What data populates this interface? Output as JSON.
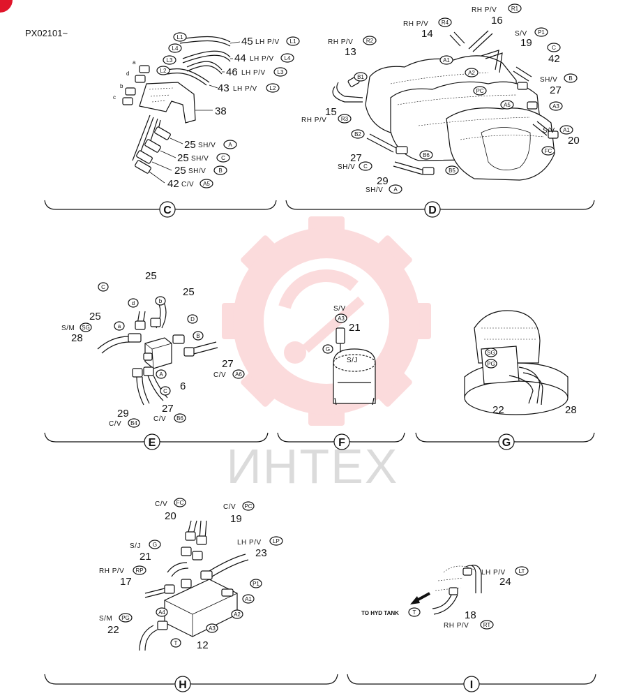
{
  "document_code": "PX02101~",
  "watermark_text": "ИНТЕХ",
  "colors": {
    "ink": "#111111",
    "watermark": "#e8242b",
    "corner_mark": "#e0152a"
  },
  "sections": {
    "C": {
      "letter": "C",
      "parts": [
        {
          "num": "45",
          "desc": "LH P/V",
          "code": "L1"
        },
        {
          "num": "44",
          "desc": "LH P/V",
          "code": "L4"
        },
        {
          "num": "46",
          "desc": "LH P/V",
          "code": "L3"
        },
        {
          "num": "43",
          "desc": "LH P/V",
          "code": "L2"
        },
        {
          "num": "38"
        },
        {
          "num": "25",
          "desc": "SH/V",
          "code": "A"
        },
        {
          "num": "25",
          "desc": "SH/V",
          "code": "C"
        },
        {
          "num": "25",
          "desc": "SH/V",
          "code": "B"
        },
        {
          "num": "42",
          "desc": "C/V",
          "code": "A5"
        }
      ],
      "callouts": [
        "L1",
        "L4",
        "L3",
        "L2"
      ],
      "letters": [
        "a",
        "d",
        "b",
        "c"
      ]
    },
    "D": {
      "letter": "D",
      "parts": [
        {
          "num": "16",
          "desc": "RH P/V",
          "code": "R1"
        },
        {
          "num": "14",
          "desc": "RH P/V",
          "code": "R4"
        },
        {
          "num": "13",
          "desc": "RH P/V",
          "code": "R2"
        },
        {
          "num": "19",
          "desc": "S/V",
          "code": "P1"
        },
        {
          "num": "42",
          "code": "C"
        },
        {
          "num": "27",
          "desc": "SH/V",
          "code": "B"
        },
        {
          "num": "15",
          "desc": "RH P/V",
          "code": "R3"
        },
        {
          "num": "27",
          "desc": "SH/V",
          "code": "C"
        },
        {
          "num": "20",
          "desc": "S/V",
          "code": "A1"
        },
        {
          "num": "29",
          "desc": "SH/V",
          "code": "A"
        }
      ],
      "callouts": [
        "A1",
        "A2",
        "PC",
        "A5",
        "B1",
        "B2",
        "B5",
        "B6",
        "A3",
        "FC"
      ]
    },
    "E": {
      "letter": "E",
      "parts": [
        {
          "num": "25"
        },
        {
          "num": "25"
        },
        {
          "num": "25"
        },
        {
          "num": "28",
          "desc": "S/M",
          "code": "SG"
        },
        {
          "num": "27",
          "desc": "C/V",
          "code": "A6"
        },
        {
          "num": "6"
        },
        {
          "num": "29",
          "desc": "C/V",
          "code": "B4"
        },
        {
          "num": "27",
          "desc": "C/V",
          "code": "B6"
        }
      ],
      "callouts": [
        "C",
        "d",
        "b",
        "a",
        "D",
        "B",
        "A",
        "C"
      ]
    },
    "F": {
      "letter": "F",
      "parts": [
        {
          "num": "21",
          "desc": "S/V",
          "code": "A3"
        }
      ],
      "callouts": [
        "G"
      ],
      "body_label": "S/J"
    },
    "G": {
      "letter": "G",
      "parts": [
        {
          "num": "22"
        },
        {
          "num": "28"
        }
      ],
      "callouts": [
        "SG",
        "PG"
      ]
    },
    "H": {
      "letter": "H",
      "parts": [
        {
          "num": "20",
          "desc": "C/V",
          "code": "FC"
        },
        {
          "num": "19",
          "desc": "C/V",
          "code": "PC"
        },
        {
          "num": "21",
          "desc": "S/J",
          "code": "G"
        },
        {
          "num": "23",
          "desc": "LH P/V",
          "code": "LP"
        },
        {
          "num": "17",
          "desc": "RH P/V",
          "code": "RP"
        },
        {
          "num": "22",
          "desc": "S/M",
          "code": "PG"
        },
        {
          "num": "12"
        }
      ],
      "callouts": [
        "P1",
        "A1",
        "A2",
        "A3",
        "A4",
        "T"
      ]
    },
    "I": {
      "letter": "I",
      "parts": [
        {
          "num": "24",
          "desc": "LH P/V",
          "code": "LT"
        },
        {
          "num": "18",
          "desc": "RH P/V",
          "code": "RT"
        }
      ],
      "tank_label": "TO HYD TANK",
      "tank_code": "T"
    }
  }
}
